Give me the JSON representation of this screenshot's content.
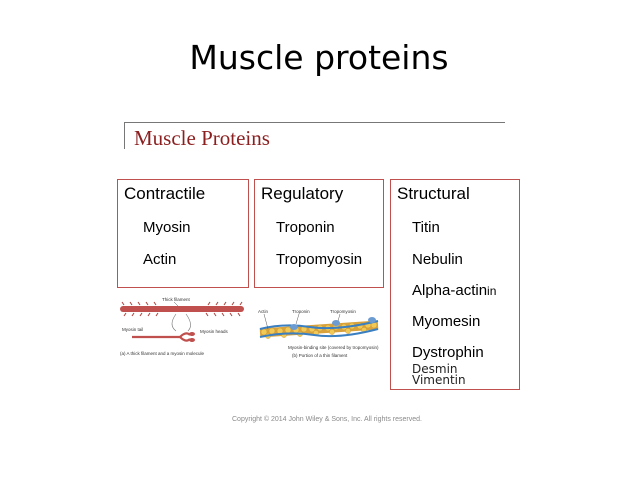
{
  "slide_title": "Muscle proteins",
  "panel": {
    "title": "Muscle Proteins",
    "copyright": "Copyright © 2014 John Wiley & Sons, Inc. All rights reserved."
  },
  "columns": [
    {
      "heading": "Contractile",
      "items": [
        "Myosin",
        "Actin"
      ]
    },
    {
      "heading": "Regulatory",
      "items": [
        "Troponin",
        "Tropomyosin"
      ]
    },
    {
      "heading": "Structural",
      "items": [
        "Titin",
        "Nebulin",
        "Alpha-actin",
        "Myomesin",
        "Dystrophin"
      ]
    }
  ],
  "structural_suffix": "in",
  "extra_items": [
    "Desmin",
    "Vimentin"
  ],
  "figure_a": {
    "label_thick": "Thick filament",
    "label_tail": "Myosin tail",
    "label_heads": "Myosin heads",
    "caption": "(a) A thick filament and a myosin molecule"
  },
  "figure_b": {
    "label_actin": "Actin",
    "label_troponin": "Troponin",
    "label_tropomyosin": "Tropomyosin",
    "label_site": "Myosin-binding site (covered by tropomyosin)",
    "caption": "(b) Portion of a thin filament"
  },
  "colors": {
    "box_border": "#c0504d",
    "panel_title": "#8b1f1f",
    "thick_filament": "#c0504d",
    "actin": "#e8b94a",
    "tropomyosin": "#3a7fc1"
  }
}
